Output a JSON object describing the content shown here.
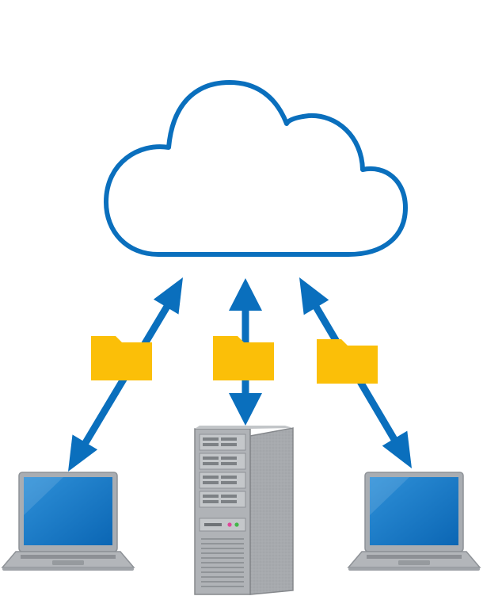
{
  "diagram": {
    "type": "cloud-sync-illustration",
    "nodes": [
      {
        "id": "cloud",
        "kind": "cloud-icon"
      },
      {
        "id": "laptop-left",
        "kind": "laptop-icon"
      },
      {
        "id": "server",
        "kind": "server-tower-icon"
      },
      {
        "id": "laptop-right",
        "kind": "laptop-icon"
      }
    ],
    "links": [
      {
        "from": "cloud",
        "to": "laptop-left",
        "bidirectional": true,
        "carries": "folder-icon"
      },
      {
        "from": "cloud",
        "to": "server",
        "bidirectional": true,
        "carries": "folder-icon"
      },
      {
        "from": "cloud",
        "to": "laptop-right",
        "bidirectional": true,
        "carries": "folder-icon"
      }
    ],
    "colors": {
      "cloud_stroke": "#0a6fbd",
      "arrow": "#0a6fbd",
      "folder": "#fbbf08",
      "laptop_body": "#a9adb2",
      "laptop_screen": "#0f73c2",
      "server_body": "#a4a7ab"
    }
  }
}
